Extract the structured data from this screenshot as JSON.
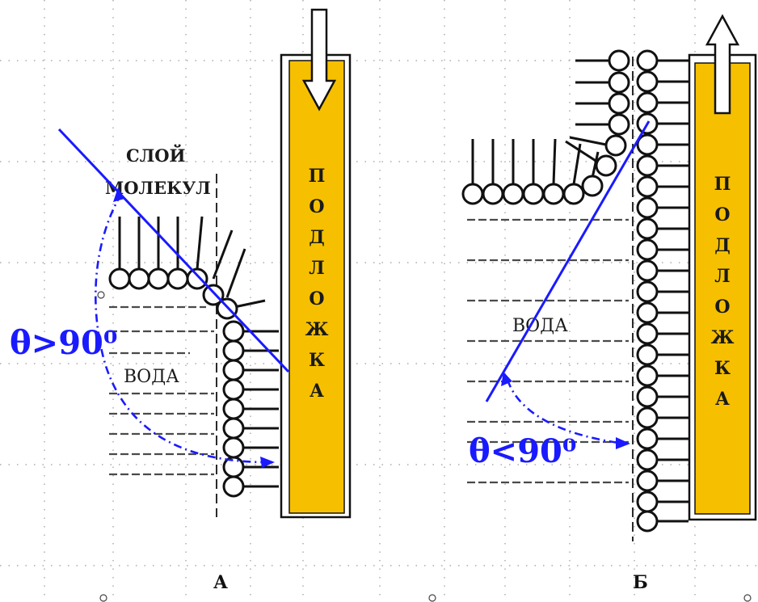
{
  "panel_a": {
    "label": "А",
    "layer_label_line1": "СЛОЙ",
    "layer_label_line2": "МОЛЕКУЛ",
    "substrate_letters": [
      "П",
      "О",
      "Д",
      "Л",
      "О",
      "Ж",
      "К",
      "А"
    ],
    "water_label": "ВОДА",
    "angle_label": "θ>90⁰",
    "arrow_direction": "down"
  },
  "panel_b": {
    "label": "Б",
    "substrate_letters": [
      "П",
      "О",
      "Д",
      "Л",
      "О",
      "Ж",
      "К",
      "А"
    ],
    "water_label": "ВОДА",
    "angle_label": "θ<90⁰",
    "arrow_direction": "up"
  },
  "colors": {
    "substrate_fill": "#f6c000",
    "contact_line": "#1a1aff",
    "ink": "#111111"
  }
}
